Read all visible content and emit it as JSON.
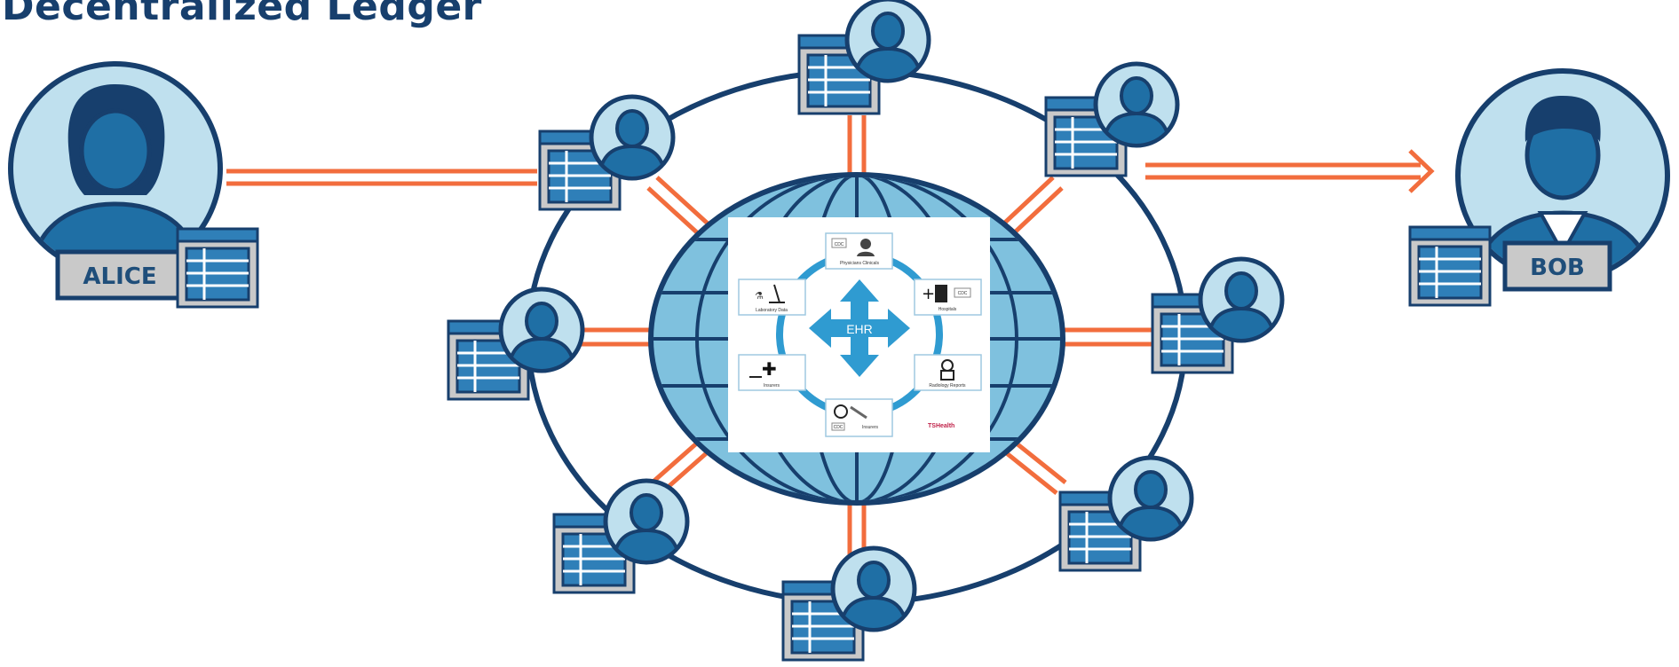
{
  "title": "Decentralized Ledger",
  "users": {
    "alice": {
      "label": "ALICE"
    },
    "bob": {
      "label": "BOB"
    }
  },
  "ehr": {
    "center_label": "EHR",
    "nodes": [
      {
        "name": "Physicians Clinicals",
        "tag": "CDC"
      },
      {
        "name": "Hospitals",
        "tag": "CDC"
      },
      {
        "name": "Radiology Reports",
        "tag": ""
      },
      {
        "name": "Insurers",
        "tag": "CDC"
      },
      {
        "name": "Insurers",
        "tag": ""
      },
      {
        "name": "Laboratory Data",
        "tag": ""
      }
    ],
    "brand": "TSHealth"
  },
  "colors": {
    "navy": "#173f6d",
    "blue_fill": "#7fc1de",
    "light_blue": "#bfe0ee",
    "orange": "#f26d3d",
    "grey": "#c9c9c9",
    "ehr_blue": "#2f9bd1"
  }
}
